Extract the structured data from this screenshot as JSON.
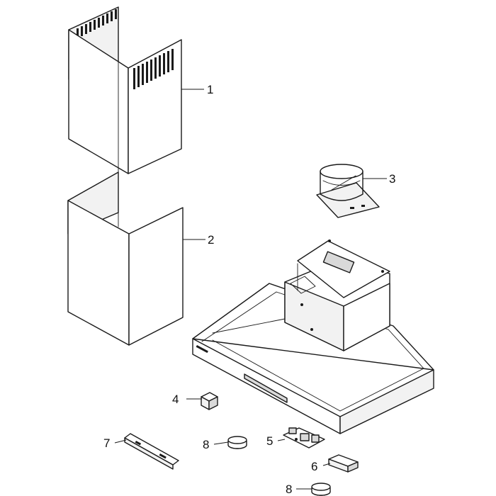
{
  "callouts": {
    "part1": "1",
    "part2": "2",
    "part3": "3",
    "part4": "4",
    "part5": "5",
    "part6": "6",
    "part7": "7",
    "part8a": "8",
    "part8b": "8"
  }
}
